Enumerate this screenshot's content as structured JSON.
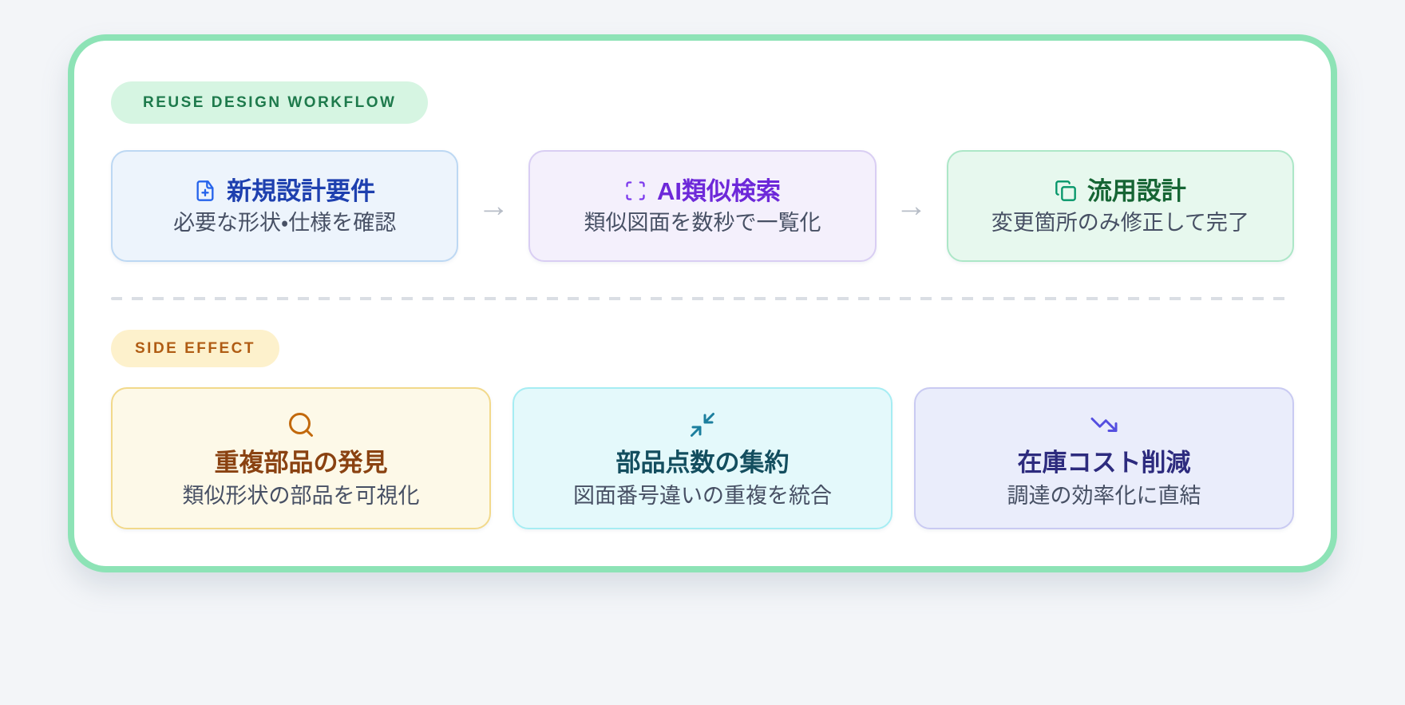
{
  "theme": {
    "page_bg": "#f3f5f8",
    "panel_bg": "#ffffff",
    "panel_border": "#8de3b6",
    "subtitle_color": "#475064",
    "arrow_color": "#b7bdc7",
    "divider_color": "#dadee4"
  },
  "workflow": {
    "badge": {
      "label": "REUSE DESIGN WORKFLOW",
      "bg": "#d6f5e2",
      "color": "#1e7a4c"
    },
    "arrow_char": "→",
    "steps": [
      {
        "icon": "file-plus-icon",
        "title": "新規設計要件",
        "subtitle": "必要な形状・仕様を確認",
        "colors": {
          "bg": "#edf4fc",
          "border": "#bdd8f3",
          "title": "#1e40af",
          "icon": "#2563eb"
        }
      },
      {
        "icon": "scan-icon",
        "title": "AI類似検索",
        "subtitle": "類似図面を数秒で一覧化",
        "colors": {
          "bg": "#f4f0fc",
          "border": "#d9cef3",
          "title": "#6d28d9",
          "icon": "#7c3aed"
        }
      },
      {
        "icon": "copy-icon",
        "title": "流用設計",
        "subtitle": "変更箇所のみ修正して完了",
        "colors": {
          "bg": "#e7f8ee",
          "border": "#ace7c7",
          "title": "#166534",
          "icon": "#059669"
        }
      }
    ]
  },
  "side_effects": {
    "badge": {
      "label": "SIDE EFFECT",
      "bg": "#fdf1cc",
      "color": "#b05c13"
    },
    "cards": [
      {
        "icon": "magnifier-icon",
        "title": "重複部品の発見",
        "subtitle": "類似形状の部品を可視化",
        "colors": {
          "bg": "#fdf9e8",
          "border": "#f2d98b",
          "title": "#8a4211",
          "icon": "#c2690c"
        }
      },
      {
        "icon": "arrows-converge-icon",
        "title": "部品点数の集約",
        "subtitle": "図面番号違いの重複を統合",
        "colors": {
          "bg": "#e4f9fb",
          "border": "#a6edf3",
          "title": "#134e5f",
          "icon": "#1c7f9e"
        }
      },
      {
        "icon": "trending-down-icon",
        "title": "在庫コスト削減",
        "subtitle": "調達の効率化に直結",
        "colors": {
          "bg": "#eaedfb",
          "border": "#c9caf2",
          "title": "#2d2b7e",
          "icon": "#554fe0"
        }
      }
    ]
  }
}
